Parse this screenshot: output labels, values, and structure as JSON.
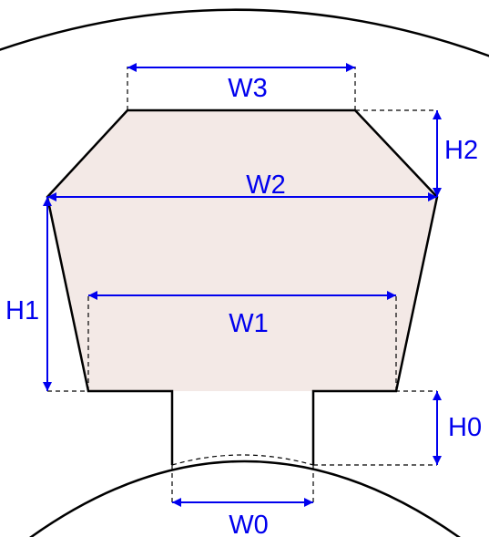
{
  "labels": {
    "w3": "W3",
    "w2": "W2",
    "w1": "W1",
    "w0": "W0",
    "h2": "H2",
    "h1": "H1",
    "h0": "H0"
  },
  "colors": {
    "outline": "#000000",
    "dimension": "#0000ee",
    "label": "#0000ee",
    "slot_fill": "#f3e9e6",
    "extension": "#000000"
  }
}
